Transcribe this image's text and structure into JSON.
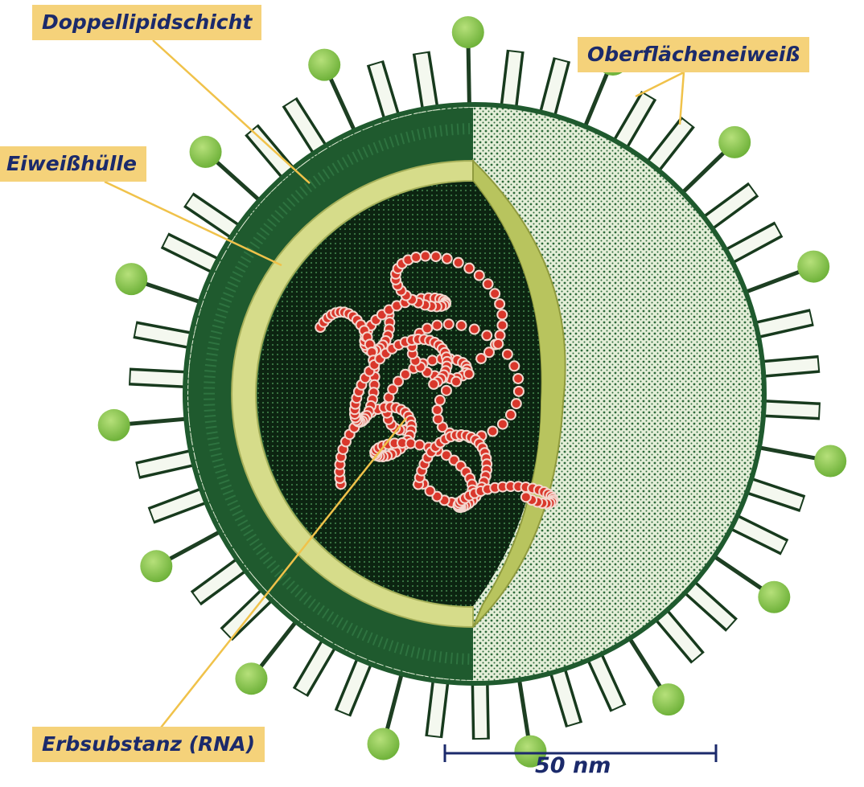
{
  "labels": {
    "doppellipidschicht": "Doppellipidschicht",
    "eiweisshuelle": "Eiweißhülle",
    "oberflaecheneiweiss": "Oberflächeneiweiß",
    "erbsubstanz": "Erbsubstanz (RNA)"
  },
  "scale_bar": {
    "label": "50 nm"
  },
  "colors": {
    "label_background": "#f5d27a",
    "label_text": "#1b2a6b",
    "envelope_dark": "#1f5a2e",
    "envelope_light": "#d9e7c3",
    "protein_layer": "#d6dc8a",
    "spike_knob": "#8dc94b",
    "rna_beads": "#d9372b",
    "leader_lines": "#f0c24a"
  }
}
